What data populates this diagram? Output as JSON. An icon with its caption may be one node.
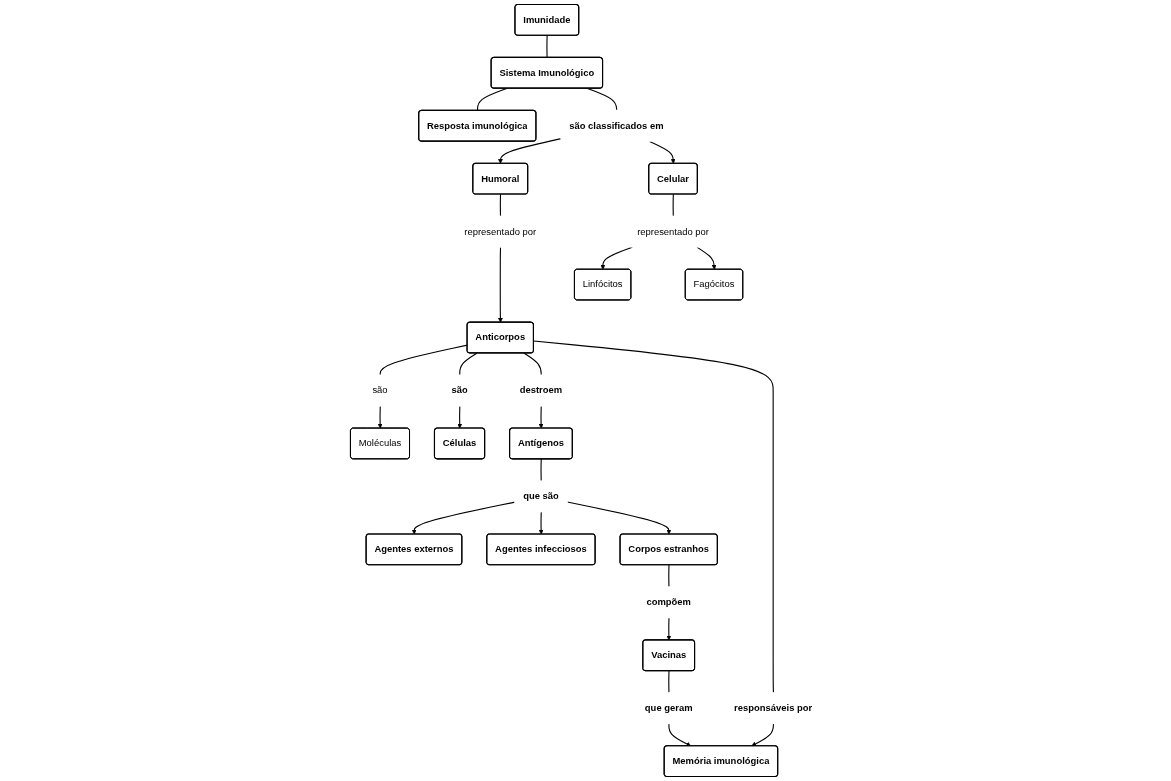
{
  "diagram": {
    "nodes": [
      {
        "text": [
          "Imunidade"
        ]
      },
      {
        "text": [
          "Sistema Imunológico"
        ]
      },
      {
        "text": [
          "Resposta imunológica"
        ]
      },
      {
        "text": [
          "são classificados em"
        ]
      },
      {
        "text": [
          "Humoral"
        ]
      },
      {
        "text": [
          "Celular"
        ]
      },
      {
        "text": [
          "representado por"
        ]
      },
      {
        "text": [
          "representado por"
        ]
      },
      {
        "text": [
          "Moléculas"
        ]
      },
      {
        "text": [
          "são"
        ]
      },
      {
        "text": [
          "Anticorpos"
        ]
      },
      {
        "text": [
          "Linfócitos"
        ]
      },
      {
        "text": [
          "Fagócitos"
        ]
      },
      {
        "text": [
          "Células"
        ]
      },
      {
        "text": [
          "são"
        ]
      },
      {
        "text": [
          "destroem"
        ]
      },
      {
        "text": [
          "responsáveis por"
        ]
      },
      {
        "text": [
          "Antígenos"
        ]
      },
      {
        "text": [
          "Memória imunológica"
        ]
      },
      {
        "text": [
          "que são"
        ]
      },
      {
        "text": [
          "Agentes externos"
        ]
      },
      {
        "text": [
          "Agentes infecciosos"
        ]
      },
      {
        "text": [
          "que geram"
        ]
      },
      {
        "text": [
          "Vacinas"
        ]
      },
      {
        "text": [
          "compõem"
        ]
      },
      {
        "text": [
          "Corpos estranhos"
        ]
      }
    ],
    "edges": [
      {
        "from": 0,
        "to": 1,
        "arrow": "none"
      },
      {
        "from": 1,
        "to": 2,
        "arrow": "none"
      },
      {
        "from": 1,
        "to": 3,
        "arrow": "none"
      },
      {
        "from": 3,
        "to": 4,
        "arrow": "to"
      },
      {
        "from": 3,
        "to": 5,
        "arrow": "to"
      },
      {
        "from": 4,
        "to": 6,
        "arrow": "none"
      },
      {
        "from": 6,
        "to": 10,
        "arrow": "to"
      },
      {
        "from": 5,
        "to": 7,
        "arrow": "none"
      },
      {
        "from": 7,
        "to": 11,
        "arrow": "to"
      },
      {
        "from": 7,
        "to": 12,
        "arrow": "to"
      },
      {
        "from": 10,
        "to": 9,
        "arrow": "none"
      },
      {
        "from": 9,
        "to": 8,
        "arrow": "to"
      },
      {
        "from": 10,
        "to": 14,
        "arrow": "none"
      },
      {
        "from": 14,
        "to": 13,
        "arrow": "to"
      },
      {
        "from": 10,
        "to": 15,
        "arrow": "none"
      },
      {
        "from": 15,
        "to": 17,
        "arrow": "to"
      },
      {
        "from": 10,
        "to": 16,
        "arrow": "none"
      },
      {
        "from": 16,
        "to": 18,
        "arrow": "to"
      },
      {
        "from": 17,
        "to": 19,
        "arrow": "none"
      },
      {
        "from": 19,
        "to": 20,
        "arrow": "to"
      },
      {
        "from": 19,
        "to": 21,
        "arrow": "to"
      },
      {
        "from": 19,
        "to": 25,
        "arrow": "to"
      },
      {
        "from": 25,
        "to": 24,
        "arrow": "none"
      },
      {
        "from": 24,
        "to": 23,
        "arrow": "to"
      },
      {
        "from": 23,
        "to": 22,
        "arrow": "none"
      },
      {
        "from": 22,
        "to": 18,
        "arrow": "to"
      }
    ]
  }
}
